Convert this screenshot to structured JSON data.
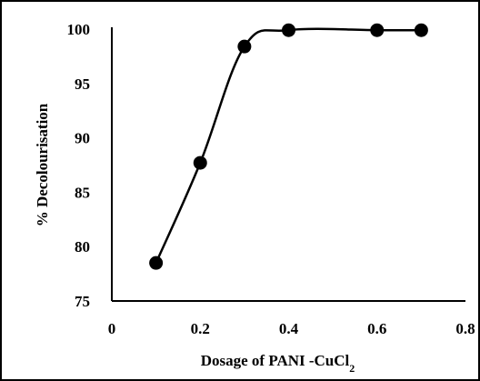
{
  "chart_data": {
    "type": "scatter",
    "title": "",
    "xlabel": "Dosage of PANI -CuCl",
    "xlabel_subscript": "2",
    "ylabel": "% Decolourisation",
    "xlim": [
      0,
      0.8
    ],
    "ylim": [
      75,
      100
    ],
    "x_ticks": [
      "0",
      "0.2",
      "0.4",
      "0.6",
      "0.8"
    ],
    "y_ticks": [
      "75",
      "80",
      "85",
      "90",
      "95",
      "100"
    ],
    "grid": false,
    "legend": "none",
    "series": [
      {
        "x": [
          0.1,
          0.2,
          0.3,
          0.4,
          0.6,
          0.7
        ],
        "y": [
          78.5,
          87.7,
          98.4,
          99.9,
          99.9,
          99.9
        ],
        "color": "#000000",
        "marker": "circle",
        "line": "smooth"
      }
    ]
  }
}
